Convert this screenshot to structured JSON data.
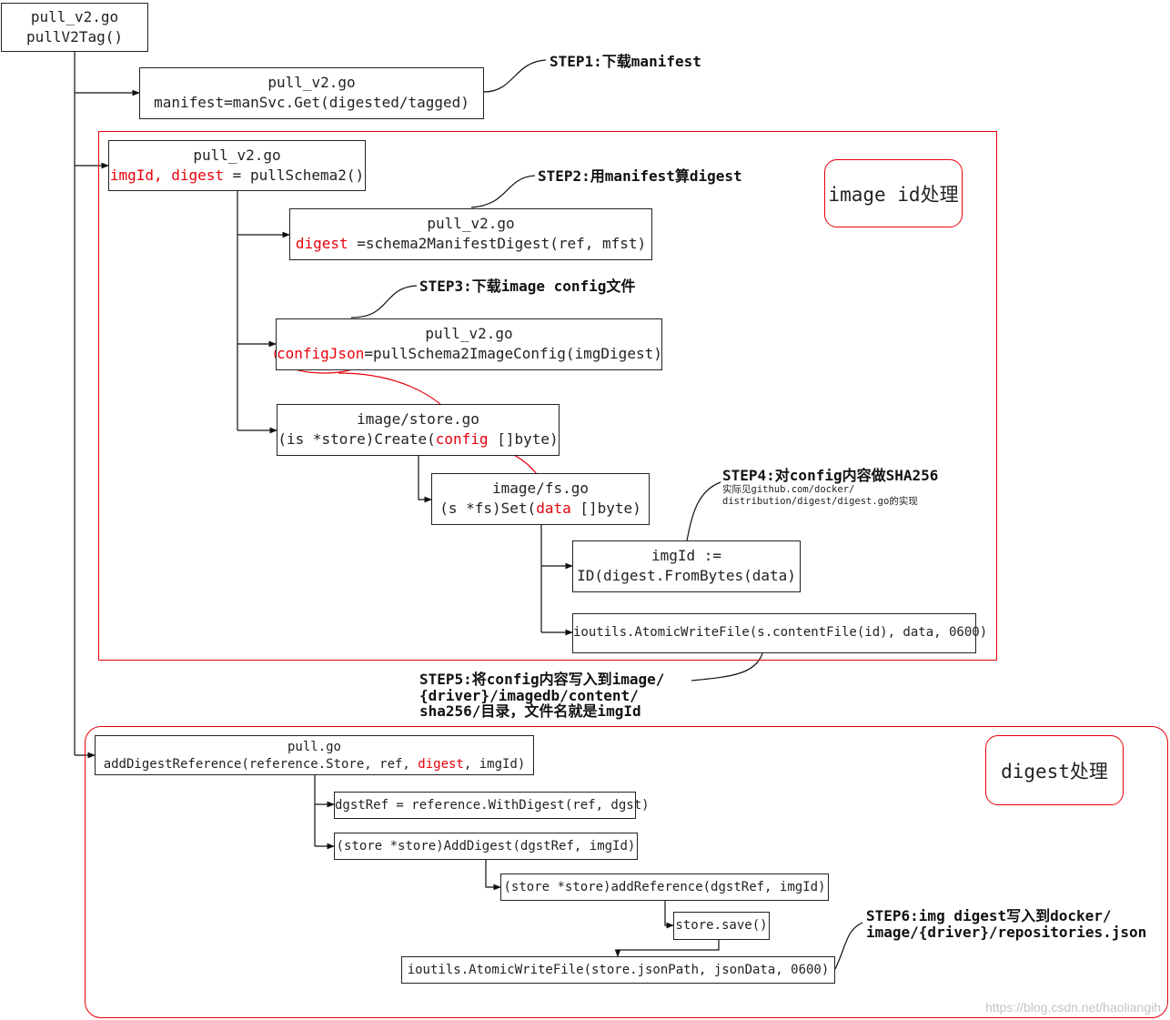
{
  "nodes": {
    "root": {
      "file": "pull_v2.go",
      "call": "pullV2Tag()"
    },
    "manifest": {
      "file": "pull_v2.go",
      "call": "manifest=manSvc.Get(digested/tagged)"
    },
    "schema2": {
      "file": "pull_v2.go",
      "red_part": "imgId, digest",
      "call": " = pullSchema2()"
    },
    "digest": {
      "file": "pull_v2.go",
      "red_part": "digest",
      "call": " =schema2ManifestDigest(ref, mfst)"
    },
    "config": {
      "file": "pull_v2.go",
      "red_part": "configJson",
      "call": "=pullSchema2ImageConfig(imgDigest)"
    },
    "store_create": {
      "file": "image/store.go",
      "pre": "(is *store)Create(",
      "red_part": "config",
      "post": " []byte)"
    },
    "fs_set": {
      "file": "image/fs.go",
      "pre": "(s *fs)Set(",
      "red_part": "data",
      "post": " []byte)"
    },
    "img_id": {
      "line1": "imgId :=",
      "line2": "ID(digest.FromBytes(data)"
    },
    "atomic1": {
      "call": "ioutils.AtomicWriteFile(s.contentFile(id), data, 0600)"
    },
    "add_digest_ref": {
      "file": "pull.go",
      "pre": "addDigestReference(reference.Store, ref, ",
      "red_part": "digest",
      "post": ", imgId)"
    },
    "dgst_ref": {
      "call": "dgstRef = reference.WithDigest(ref, dgst)"
    },
    "add_digest": {
      "call": "(store *store)AddDigest(dgstRef, imgId)"
    },
    "add_reference": {
      "call": "(store *store)addReference(dgstRef, imgId)"
    },
    "store_save": {
      "call": "store.save()"
    },
    "atomic2": {
      "call": "ioutils.AtomicWriteFile(store.jsonPath, jsonData, 0600)"
    }
  },
  "regions": {
    "image_id": {
      "label": "image id处理"
    },
    "digest": {
      "label": "digest处理"
    }
  },
  "steps": {
    "s1": "STEP1:下载manifest",
    "s2": "STEP2:用manifest算digest",
    "s3": "STEP3:下载image config文件",
    "s4": "STEP4:对config内容做SHA256",
    "s4_note_1": "实际见github.com/docker/",
    "s4_note_2": "distribution/digest/digest.go的实现",
    "s5_1": "STEP5:将config内容写入到image/",
    "s5_2": "{driver}/imagedb/content/",
    "s5_3": "sha256/目录，文件名就是imgId",
    "s6_1": "STEP6:img digest写入到docker/",
    "s6_2": "image/{driver}/repositories.json"
  },
  "watermark": "https://blog.csdn.net/haoliangih",
  "colors": {
    "highlight": "#e8000b",
    "line": "#111111"
  }
}
